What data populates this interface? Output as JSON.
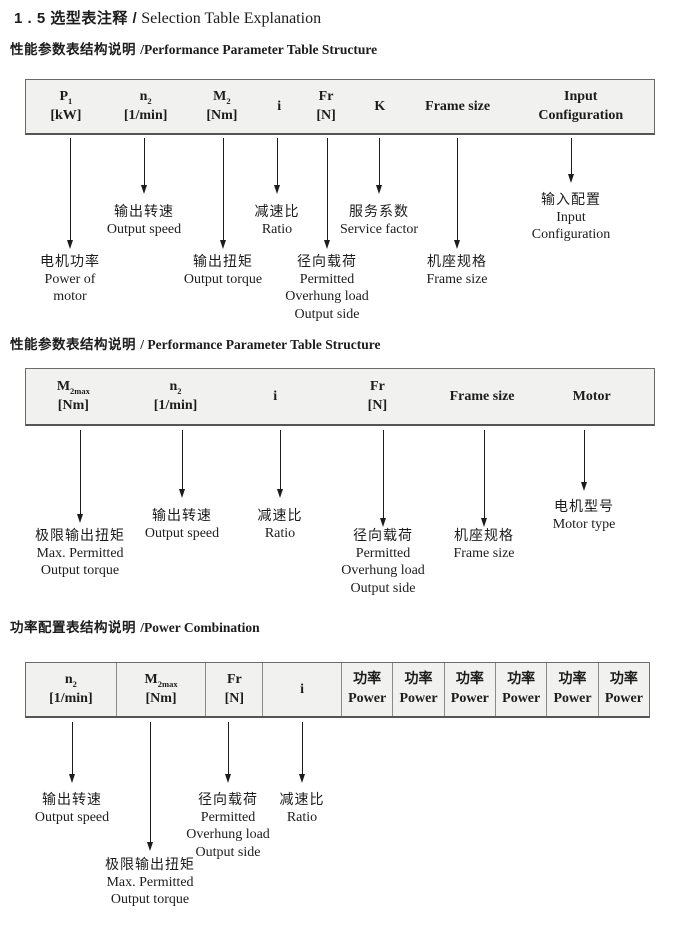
{
  "page": {
    "title_cn": "1 . 5 选型表注释 /",
    "title_en": " Selection Table Explanation"
  },
  "colors": {
    "table_bg": "#f1f1ef",
    "table_border": "#6b6b6b",
    "text": "#1c1c1c"
  },
  "sections": [
    {
      "heading_cn": "性能参数表结构说明 ",
      "heading_en": "/Performance Parameter Table Structure",
      "table_columns": [
        {
          "base": "P",
          "sub": "1",
          "unit": "[kW]"
        },
        {
          "base": "n",
          "sub": "2",
          "unit": "[1/min]"
        },
        {
          "base": "M",
          "sub": "2",
          "unit": "[Nm]"
        },
        {
          "base": "i"
        },
        {
          "base": "Fr",
          "unit": "[N]"
        },
        {
          "base": "K"
        },
        {
          "base": "Frame size"
        },
        {
          "base": "Input",
          "unit": "Configuration"
        }
      ],
      "annotations": [
        {
          "l1": "电机功率",
          "l2": "Power of",
          "l3": "motor"
        },
        {
          "l1": "输出转速",
          "l2": "Output speed"
        },
        {
          "l1": "输出扭矩",
          "l2": "Output torque"
        },
        {
          "l1": "减速比",
          "l2": "Ratio"
        },
        {
          "l1": "径向载荷",
          "l2": "Permitted",
          "l3": "Overhung load",
          "l4": "Output side"
        },
        {
          "l1": "服务系数",
          "l2": "Service factor"
        },
        {
          "l1": "机座规格",
          "l2": "Frame size"
        },
        {
          "l1": "输入配置",
          "l2": "Input",
          "l3": "Configuration"
        }
      ]
    },
    {
      "heading_cn": "性能参数表结构说明 ",
      "heading_en": "/ Performance Parameter Table Structure",
      "table_columns": [
        {
          "base": "M",
          "sub": "2max",
          "unit": "[Nm]"
        },
        {
          "base": "n",
          "sub": "2",
          "unit": "[1/min]"
        },
        {
          "base": "i"
        },
        {
          "base": "Fr",
          "unit": "[N]"
        },
        {
          "base": "Frame size"
        },
        {
          "base": "Motor"
        }
      ],
      "annotations": [
        {
          "l1": "极限输出扭矩",
          "l2": "Max. Permitted",
          "l3": "Output torque"
        },
        {
          "l1": "输出转速",
          "l2": "Output speed"
        },
        {
          "l1": "减速比",
          "l2": "Ratio"
        },
        {
          "l1": "径向载荷",
          "l2": "Permitted",
          "l3": "Overhung load",
          "l4": "Output side"
        },
        {
          "l1": "机座规格",
          "l2": "Frame size"
        },
        {
          "l1": "电机型号",
          "l2": "Motor type"
        }
      ]
    },
    {
      "heading_cn": "功率配置表结构说明 ",
      "heading_en": "/Power Combination",
      "table_columns": [
        {
          "base": "n",
          "sub": "2",
          "unit": "[1/min]"
        },
        {
          "base": "M",
          "sub": "2max",
          "unit": "[Nm]"
        },
        {
          "base": "Fr",
          "unit": "[N]"
        },
        {
          "base": "i"
        },
        {
          "base": "功率",
          "unit": "Power"
        },
        {
          "base": "功率",
          "unit": "Power"
        },
        {
          "base": "功率",
          "unit": "Power"
        },
        {
          "base": "功率",
          "unit": "Power"
        },
        {
          "base": "功率",
          "unit": "Power"
        },
        {
          "base": "功率",
          "unit": "Power"
        }
      ],
      "annotations": [
        {
          "l1": "输出转速",
          "l2": "Output speed"
        },
        {
          "l1": "极限输出扭矩",
          "l2": "Max. Permitted",
          "l3": "Output torque"
        },
        {
          "l1": "径向载荷",
          "l2": "Permitted",
          "l3": "Overhung load",
          "l4": "Output side"
        },
        {
          "l1": "减速比",
          "l2": "Ratio"
        }
      ]
    }
  ]
}
